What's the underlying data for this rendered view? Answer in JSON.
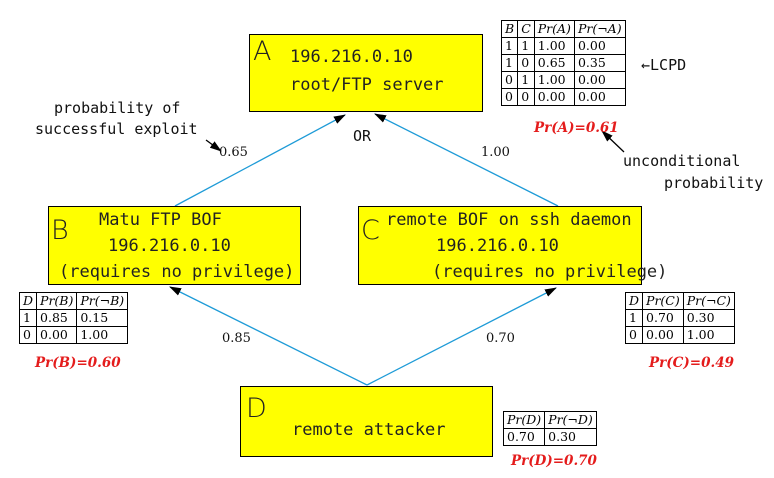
{
  "nodes": {
    "A": {
      "letter": "A",
      "line1": "196.216.0.10",
      "line2": "root/FTP server"
    },
    "B": {
      "letter": "B",
      "line1": "Matu FTP BOF",
      "line2": "196.216.0.10",
      "line3": "(requires no privilege)"
    },
    "C": {
      "letter": "C",
      "line1": "remote BOF on ssh daemon",
      "line2": "196.216.0.10",
      "line3": "(requires no privilege)"
    },
    "D": {
      "letter": "D",
      "line1": "remote attacker"
    }
  },
  "edges": {
    "B_to_A": "0.65",
    "C_to_A": "1.00",
    "D_to_B": "0.85",
    "D_to_C": "0.70"
  },
  "annotations": {
    "or_label": "OR",
    "exploit_line1": "probability of",
    "exploit_line2": "successful exploit",
    "lcpd": "←LCPD",
    "uncond_line1": "unconditional",
    "uncond_line2": "probability"
  },
  "tables": {
    "A": {
      "header": [
        "B",
        "C",
        "Pr(A)",
        "Pr(¬A)"
      ],
      "rows": [
        [
          "1",
          "1",
          "1.00",
          "0.00"
        ],
        [
          "1",
          "0",
          "0.65",
          "0.35"
        ],
        [
          "0",
          "1",
          "1.00",
          "0.00"
        ],
        [
          "0",
          "0",
          "0.00",
          "0.00"
        ]
      ],
      "prob": "Pr(A)=0.61"
    },
    "B": {
      "header": [
        "D",
        "Pr(B)",
        "Pr(¬B)"
      ],
      "rows": [
        [
          "1",
          "0.85",
          "0.15"
        ],
        [
          "0",
          "0.00",
          "1.00"
        ]
      ],
      "prob": "Pr(B)=0.60"
    },
    "C": {
      "header": [
        "D",
        "Pr(C)",
        "Pr(¬C)"
      ],
      "rows": [
        [
          "1",
          "0.70",
          "0.30"
        ],
        [
          "0",
          "0.00",
          "1.00"
        ]
      ],
      "prob": "Pr(C)=0.49"
    },
    "D": {
      "header": [
        "Pr(D)",
        "Pr(¬D)"
      ],
      "rows": [
        [
          "0.70",
          "0.30"
        ]
      ],
      "prob": "Pr(D)=0.70"
    }
  },
  "colors": {
    "node_fill": "#ffff00",
    "edge": "#1e9bd7",
    "prob_text": "#e41c1c"
  }
}
